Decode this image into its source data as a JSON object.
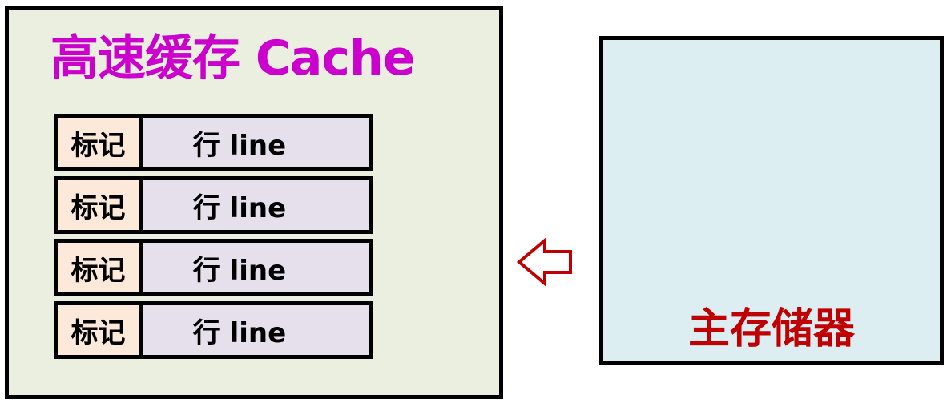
{
  "cache": {
    "title": "高速缓存 Cache",
    "rows": [
      {
        "tag": "标记",
        "line": "行 line"
      },
      {
        "tag": "标记",
        "line": "行 line"
      },
      {
        "tag": "标记",
        "line": "行 line"
      },
      {
        "tag": "标记",
        "line": "行 line"
      }
    ]
  },
  "memory": {
    "label": "主存储器"
  },
  "arrow": {
    "direction": "left"
  },
  "colors": {
    "cache_title": "#cc00cc",
    "cache_bg": "#ebefdf",
    "tag_bg": "#fde9d9",
    "line_bg": "#e6e0ec",
    "memory_bg": "#ddeef3",
    "memory_label": "#c00000",
    "arrow": "#c00000"
  }
}
